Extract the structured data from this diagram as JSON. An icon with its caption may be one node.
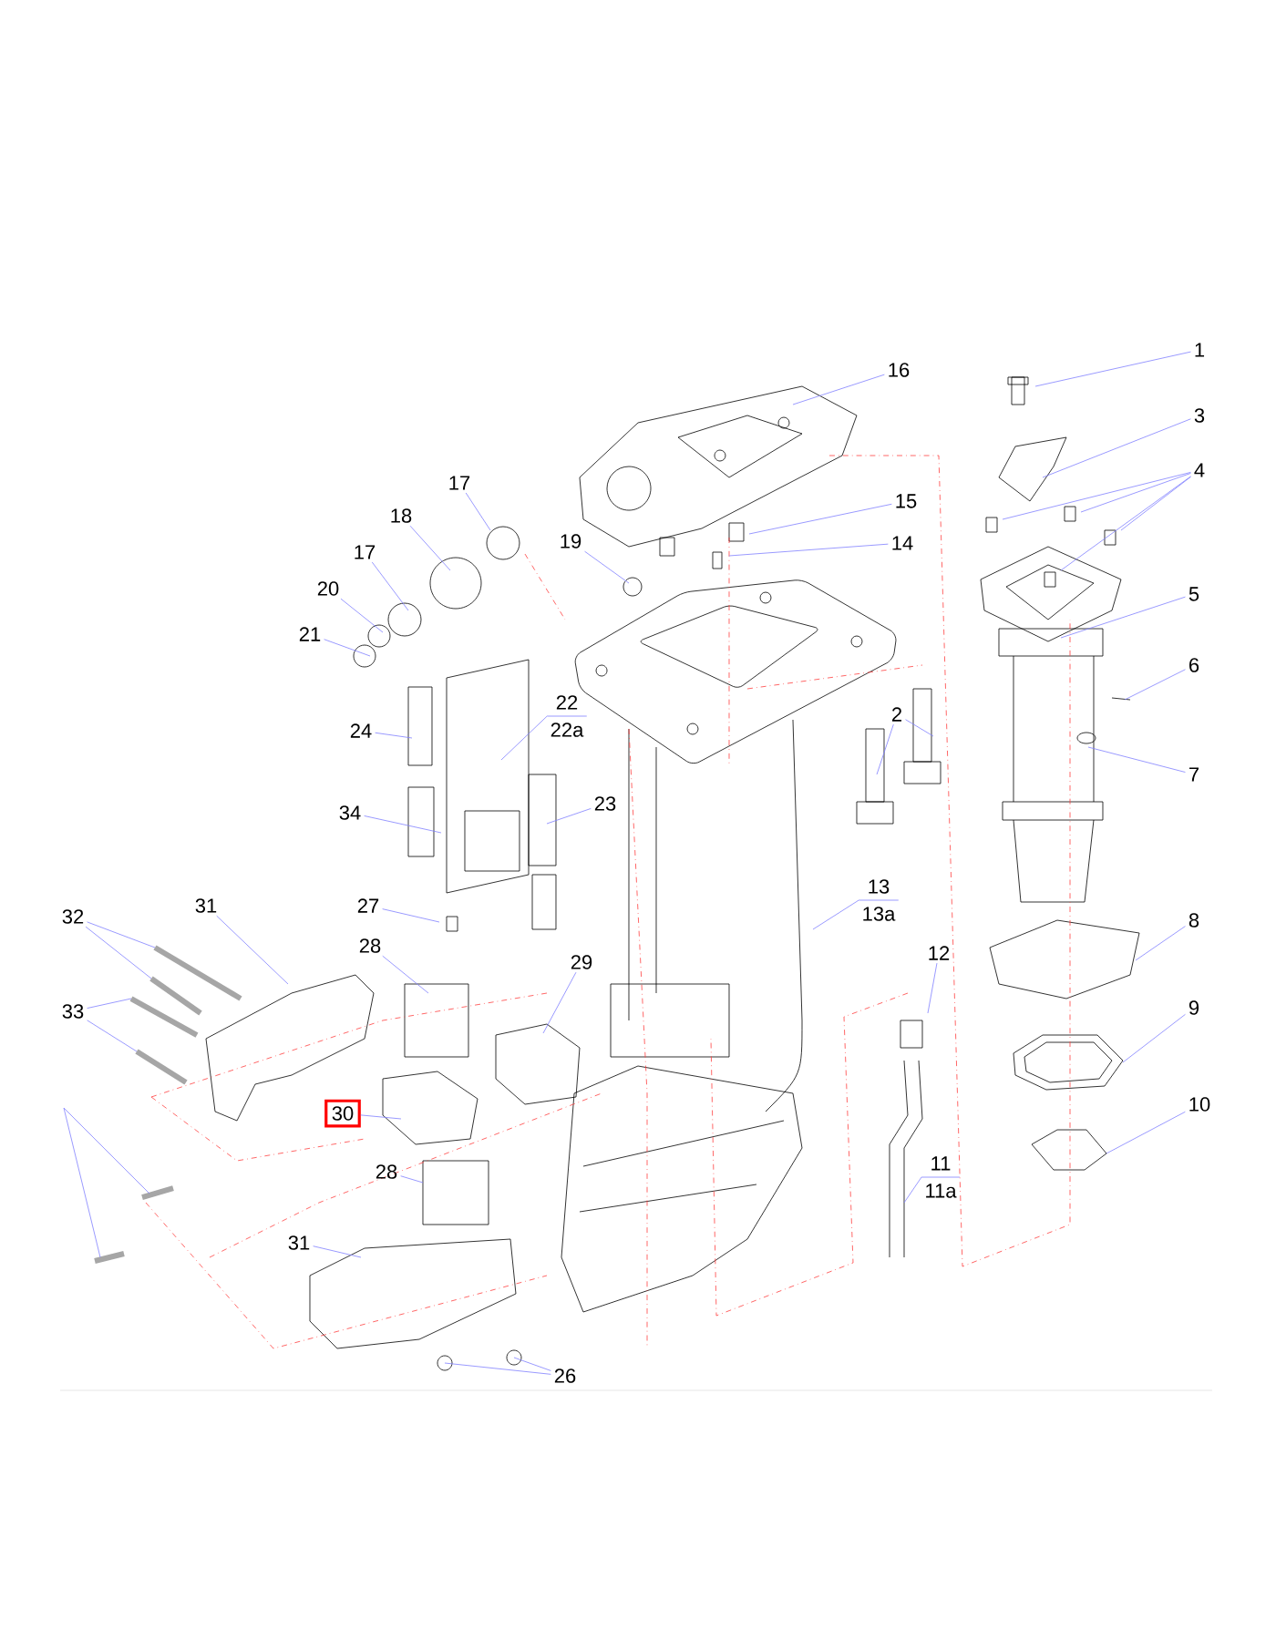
{
  "diagram": {
    "nodes": [
      {
        "text": [
          "1"
        ]
      },
      {
        "text": [
          "16"
        ]
      },
      {
        "text": [
          "3"
        ]
      },
      {
        "text": [
          "4"
        ]
      },
      {
        "text": [
          "17"
        ]
      },
      {
        "text": [
          "15"
        ]
      },
      {
        "text": [
          "18"
        ]
      },
      {
        "text": [
          "14"
        ]
      },
      {
        "text": [
          "19"
        ]
      },
      {
        "text": [
          "17"
        ]
      },
      {
        "text": [
          "20"
        ]
      },
      {
        "text": [
          "5"
        ]
      },
      {
        "text": [
          "21"
        ]
      },
      {
        "text": [
          "6"
        ]
      },
      {
        "text": [
          "22",
          "22a"
        ]
      },
      {
        "text": [
          "2"
        ]
      },
      {
        "text": [
          "24"
        ]
      },
      {
        "text": [
          "7"
        ]
      },
      {
        "text": [
          "23"
        ]
      },
      {
        "text": [
          "34"
        ]
      },
      {
        "text": [
          "13",
          "13a"
        ]
      },
      {
        "text": [
          "32"
        ]
      },
      {
        "text": [
          "31"
        ]
      },
      {
        "text": [
          "27"
        ]
      },
      {
        "text": [
          "8"
        ]
      },
      {
        "text": [
          "28"
        ]
      },
      {
        "text": [
          "12"
        ]
      },
      {
        "text": [
          "29"
        ]
      },
      {
        "text": [
          "33"
        ]
      },
      {
        "text": [
          "9"
        ]
      },
      {
        "text": [
          "30"
        ]
      },
      {
        "text": [
          "10"
        ]
      },
      {
        "text": [
          "11",
          "11a"
        ]
      },
      {
        "text": [
          "28"
        ]
      },
      {
        "text": [
          "31"
        ]
      },
      {
        "text": [
          "26"
        ]
      }
    ],
    "edges": [
      {
        "from": 0,
        "to": null,
        "arrow": "none"
      },
      {
        "from": 1,
        "to": null,
        "arrow": "none"
      },
      {
        "from": 2,
        "to": null,
        "arrow": "none"
      },
      {
        "from": 3,
        "to": null,
        "arrow": "none"
      },
      {
        "from": 3,
        "to": null,
        "arrow": "none"
      },
      {
        "from": 3,
        "to": null,
        "arrow": "none"
      },
      {
        "from": 3,
        "to": null,
        "arrow": "none"
      },
      {
        "from": 4,
        "to": null,
        "arrow": "none"
      },
      {
        "from": 5,
        "to": null,
        "arrow": "none"
      },
      {
        "from": 6,
        "to": null,
        "arrow": "none"
      },
      {
        "from": 7,
        "to": null,
        "arrow": "none"
      },
      {
        "from": 8,
        "to": null,
        "arrow": "none"
      },
      {
        "from": 9,
        "to": null,
        "arrow": "none"
      },
      {
        "from": 10,
        "to": null,
        "arrow": "none"
      },
      {
        "from": 11,
        "to": null,
        "arrow": "none"
      },
      {
        "from": 12,
        "to": null,
        "arrow": "none"
      },
      {
        "from": 13,
        "to": null,
        "arrow": "none"
      },
      {
        "from": 14,
        "to": null,
        "arrow": "none"
      },
      {
        "from": 15,
        "to": null,
        "arrow": "none"
      },
      {
        "from": 15,
        "to": null,
        "arrow": "none"
      },
      {
        "from": 16,
        "to": null,
        "arrow": "none"
      },
      {
        "from": 17,
        "to": null,
        "arrow": "none"
      },
      {
        "from": 18,
        "to": null,
        "arrow": "none"
      },
      {
        "from": 19,
        "to": null,
        "arrow": "none"
      },
      {
        "from": 20,
        "to": null,
        "arrow": "none"
      },
      {
        "from": 21,
        "to": null,
        "arrow": "none"
      },
      {
        "from": 21,
        "to": null,
        "arrow": "none"
      },
      {
        "from": 22,
        "to": null,
        "arrow": "none"
      },
      {
        "from": 23,
        "to": null,
        "arrow": "none"
      },
      {
        "from": 24,
        "to": null,
        "arrow": "none"
      },
      {
        "from": 25,
        "to": null,
        "arrow": "none"
      },
      {
        "from": 26,
        "to": null,
        "arrow": "none"
      },
      {
        "from": 27,
        "to": null,
        "arrow": "none"
      },
      {
        "from": 28,
        "to": null,
        "arrow": "none"
      },
      {
        "from": 28,
        "to": null,
        "arrow": "none"
      },
      {
        "from": 29,
        "to": null,
        "arrow": "none"
      },
      {
        "from": 30,
        "to": null,
        "arrow": "none"
      },
      {
        "from": 31,
        "to": null,
        "arrow": "none"
      },
      {
        "from": 32,
        "to": null,
        "arrow": "none"
      },
      {
        "from": 33,
        "to": null,
        "arrow": "none"
      },
      {
        "from": 34,
        "to": null,
        "arrow": "none"
      },
      {
        "from": 35,
        "to": null,
        "arrow": "none"
      },
      {
        "from": 35,
        "to": null,
        "arrow": "none"
      }
    ]
  }
}
